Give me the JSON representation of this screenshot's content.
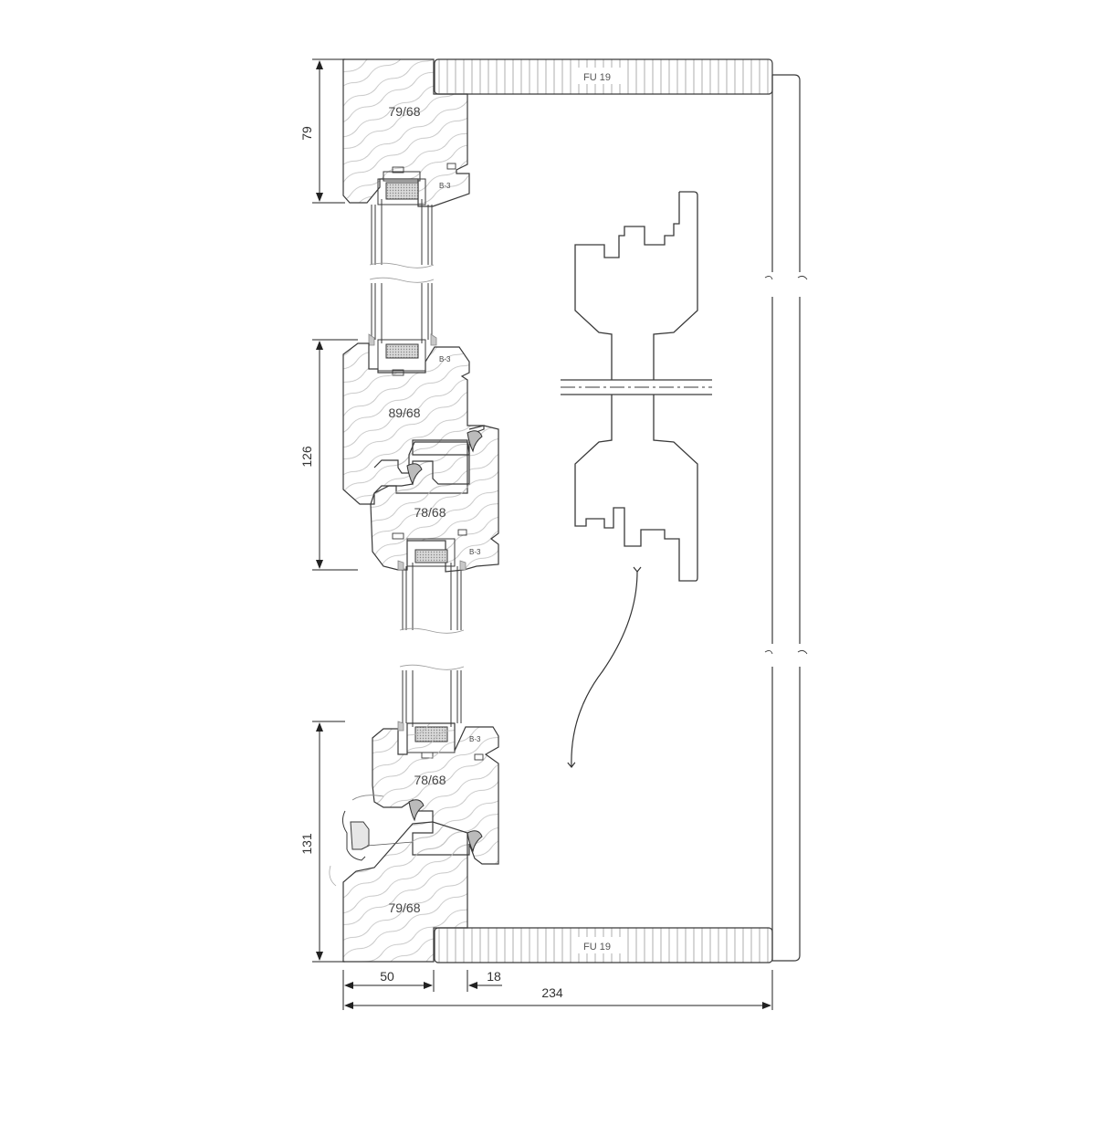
{
  "colors": {
    "line": "#3a3a3a",
    "wood_fill": "#f4f4f4",
    "grain": "#bdbdbd",
    "spacer": "#cfcfcf",
    "seal": "#c8c8c8",
    "dim": "#222222"
  },
  "labels": {
    "frame_top": "79/68",
    "mullion": "89/68",
    "sash_upper": "78/68",
    "sash_lower": "78/68",
    "frame_bottom": "79/68",
    "glazing_bead_1": "B-3",
    "glazing_bead_2": "B-3",
    "glazing_bead_3": "B-3",
    "glazing_bead_4": "B-3",
    "panel_top": "FU 19",
    "panel_bottom": "FU 19"
  },
  "dimensions": {
    "frame_top_height": "79",
    "mullion_height": "126",
    "bottom_height": "131",
    "frame_depth": "50",
    "gap": "18",
    "total_depth": "234"
  }
}
